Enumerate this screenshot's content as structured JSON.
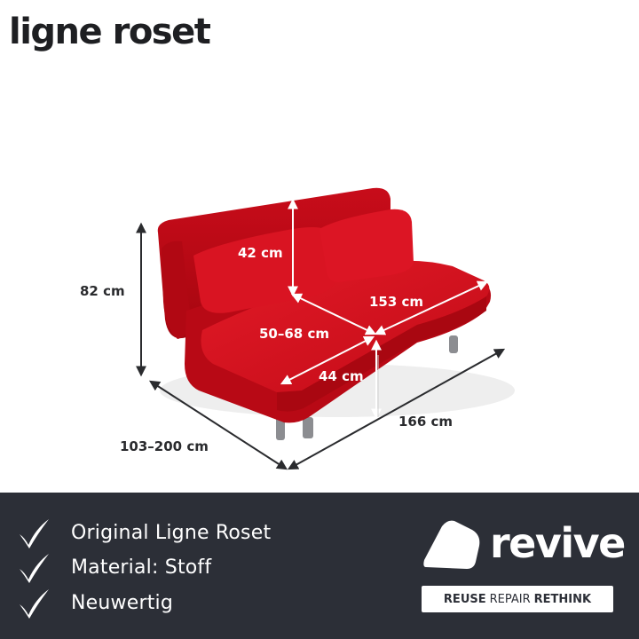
{
  "brand": {
    "name": "ligne roset"
  },
  "dimensions": {
    "height": "82 cm",
    "back_height": "42 cm",
    "seat_width": "153 cm",
    "seat_depth": "50–68 cm",
    "seat_height": "44 cm",
    "width": "166 cm",
    "depth": "103–200 cm"
  },
  "features": [
    {
      "label": "Original Ligne Roset",
      "icon": "checkmark-icon"
    },
    {
      "label": "Material: Stoff",
      "icon": "checkmark-icon"
    },
    {
      "label": "Neuwertig",
      "icon": "checkmark-icon"
    }
  ],
  "logo": {
    "name": "revive",
    "tagline_bold_1": "REUSE",
    "tagline_thin": "REPAIR",
    "tagline_bold_2": "RETHINK"
  },
  "colors": {
    "footer_bg": "#2c2f37",
    "sofa_red": "#d2101e",
    "text_dark": "#1e1f22",
    "white": "#ffffff"
  }
}
